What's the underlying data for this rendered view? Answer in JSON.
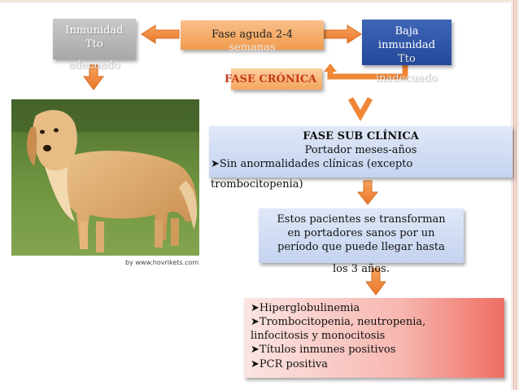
{
  "boxes": {
    "inmunidad": {
      "line1": "Inmunidad",
      "line2": "Tto",
      "line3": "adecuado"
    },
    "fase_aguda": {
      "line1": "Fase aguda 2-4",
      "line2": "semanas"
    },
    "baja": {
      "line1": "Baja",
      "line2": "inmunidad",
      "line3": "Tto",
      "line4": "inadecuado"
    },
    "cronica": {
      "label": "FASE CRÓNICA"
    },
    "subclinica": {
      "title": "FASE SUB CLÍNICA",
      "line2": "Portador meses-años",
      "bullet": "Sin anormalidades clínicas (excepto",
      "bullet_cont": "trombocitopenia)"
    },
    "portadores": {
      "line1": "Estos pacientes se transforman",
      "line2": "en portadores sanos por un",
      "line3": "período que puede llegar hasta",
      "line4": "los 3 años."
    },
    "signos": {
      "items": [
        "Hiperglobulinemia",
        "Trombocitopenia, neutropenia,",
        "Títulos inmunes positivos",
        "PCR positiva"
      ],
      "item2_cont": "linfocitosis y monocitosis"
    }
  },
  "photo": {
    "credit": "by www.hovrikets.com"
  },
  "colors": {
    "arrow": "#ef8636",
    "bullet_mark": "#111111"
  },
  "icons": {
    "bullet": "arrowhead-bullet-icon"
  }
}
